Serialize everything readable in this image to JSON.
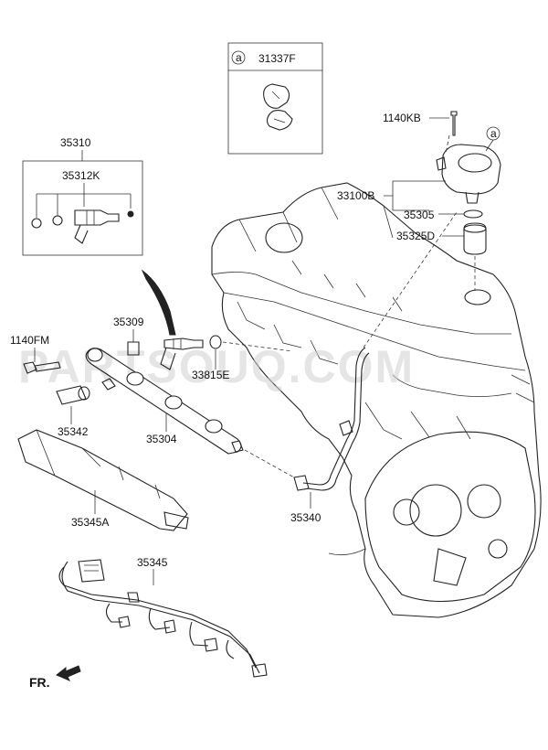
{
  "watermark": "PARTSOUQ.COM",
  "inset_callout": "a",
  "callout_on_pump": "a",
  "direction_label": "FR.",
  "labels": {
    "p31337F": "31337F",
    "p1140KB": "1140KB",
    "p35310": "35310",
    "p35312K": "35312K",
    "p33100B": "33100B",
    "p35305": "35305",
    "p35325D": "35325D",
    "p35309": "35309",
    "p1140FM": "1140FM",
    "p33815E": "33815E",
    "p35342": "35342",
    "p35304": "35304",
    "p35345A": "35345A",
    "p35340": "35340",
    "p35345": "35345"
  }
}
